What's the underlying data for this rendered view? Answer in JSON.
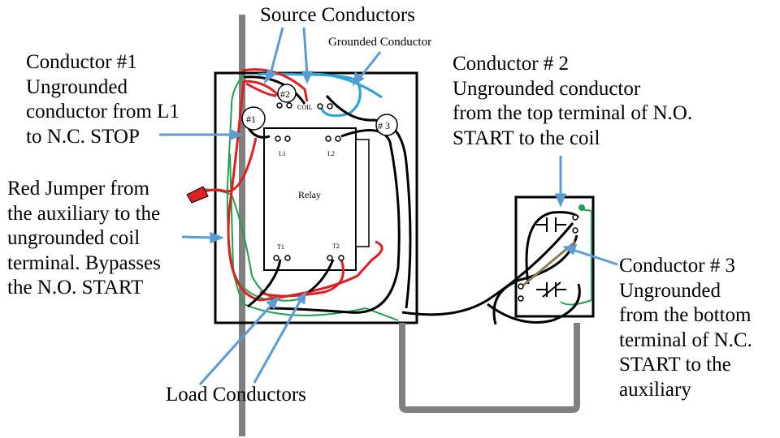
{
  "labels": {
    "source_conductors": "Source Conductors",
    "grounded_conductor": "Grounded Conductor",
    "conductor1": [
      "Conductor #1",
      "Ungrounded",
      "conductor from L1",
      "to N.C. STOP"
    ],
    "conductor2": [
      "Conductor # 2",
      "Ungrounded conductor",
      "from the top terminal of N.O.",
      "START to the coil"
    ],
    "red_jumper": [
      "Red Jumper from",
      "the auxiliary to the",
      "ungrounded coil",
      "terminal. Bypasses",
      "the N.O. START"
    ],
    "conductor3": [
      "Conductor # 3",
      "Ungrounded",
      "from the bottom",
      "terminal of N.C.",
      "START to the",
      "auxiliary"
    ],
    "load_conductors": "Load Conductors"
  },
  "relay": {
    "title": "Relay",
    "coil": "COIL",
    "l1": "L1",
    "l2": "L2",
    "t1": "T1",
    "t2": "T2",
    "tag1": "#1",
    "tag2": "#2",
    "tag3": "# 3"
  },
  "colors": {
    "red_wire": "#e02020",
    "black_wire": "#000000",
    "blue_wire": "#29a3d6",
    "green_wire": "#22a050",
    "gray_conduit": "#808080",
    "arrow": "#5b9bd5",
    "brown_jumper": "#8b7d55"
  }
}
